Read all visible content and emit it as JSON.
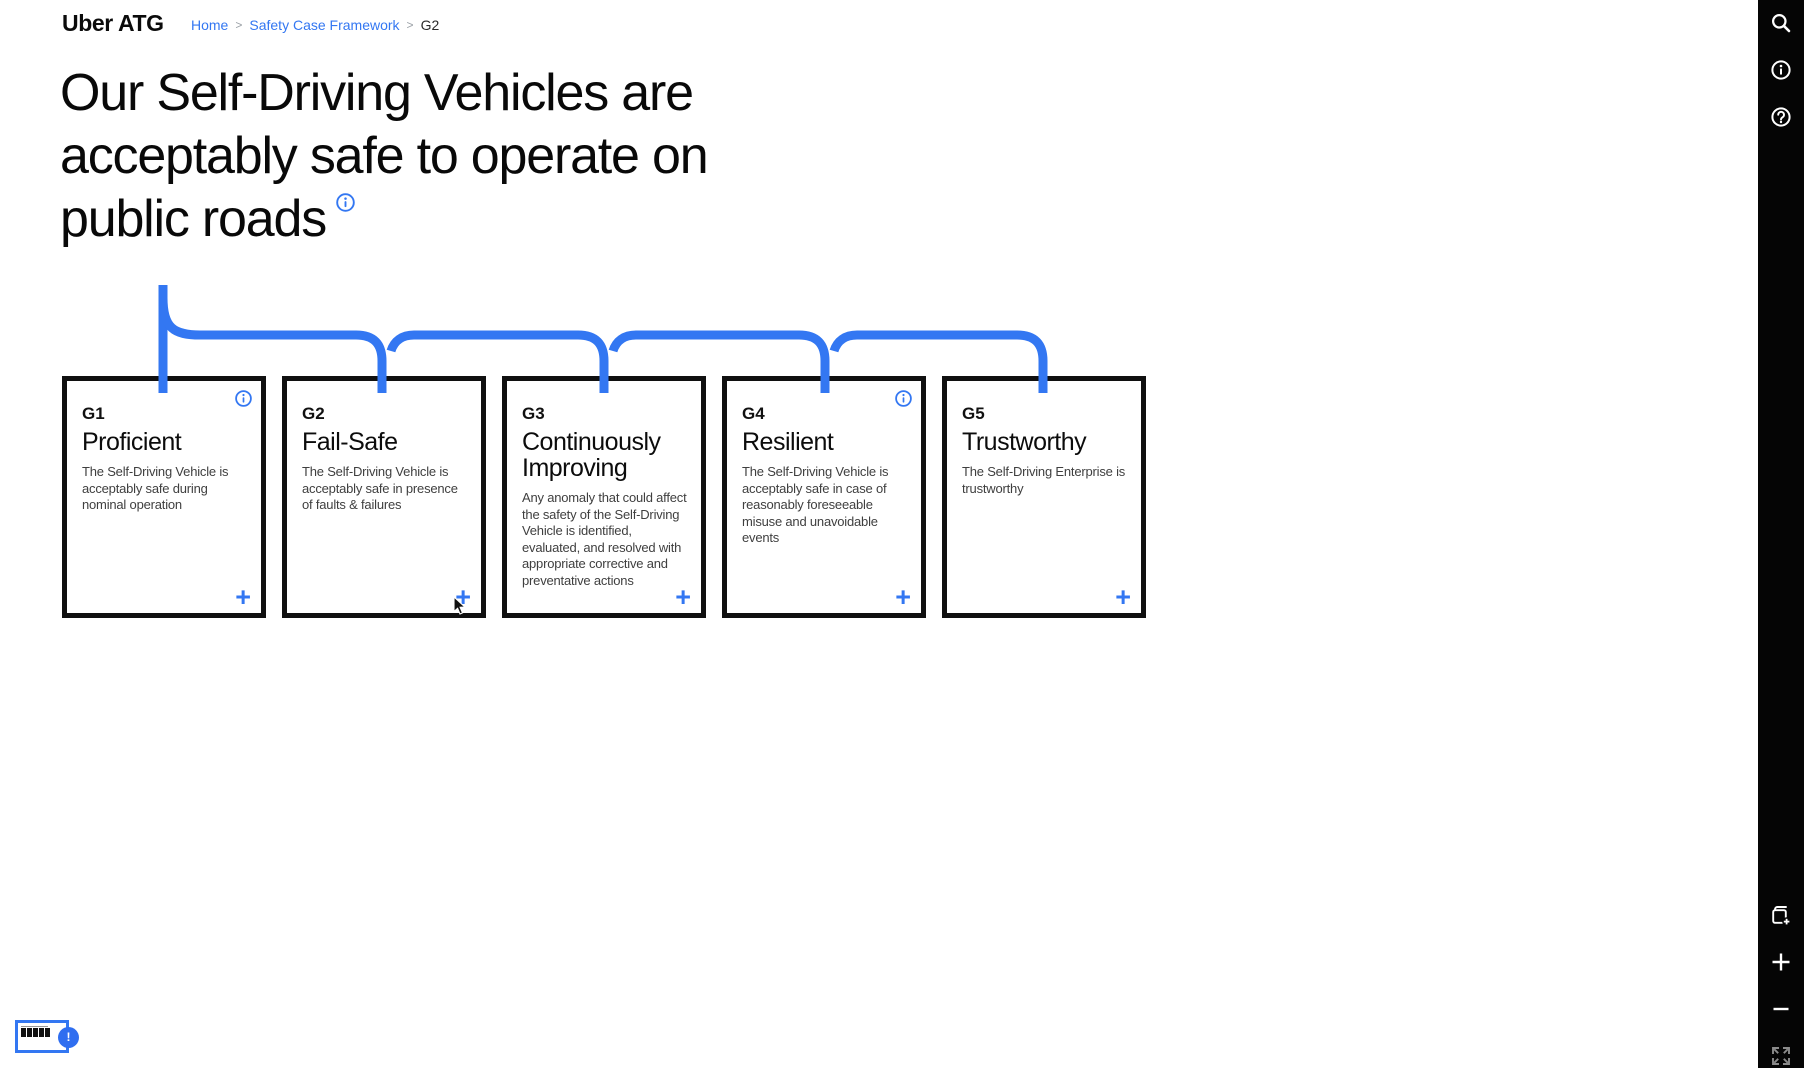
{
  "header": {
    "logo": "Uber ATG",
    "breadcrumb": {
      "separator": ">",
      "items": [
        "Home",
        "Safety Case Framework",
        "G2"
      ]
    }
  },
  "title": {
    "lines": [
      "Our Self-Driving Vehicles are",
      "acceptably safe to operate on",
      "public roads"
    ]
  },
  "cards": [
    {
      "id": "G1",
      "title": "Proficient",
      "body": "The Self-Driving Vehicle is acceptably safe during nominal operation",
      "expand_label": "+"
    },
    {
      "id": "G2",
      "title": "Fail-Safe",
      "body": "The Self-Driving Vehicle is acceptably safe in presence of faults & failures",
      "expand_label": "+"
    },
    {
      "id": "G3",
      "title": "Continuously Improving",
      "body": "Any anomaly that could affect the safety of the Self-Driving Vehicle is identified, evaluated, and resolved with appropriate corrective and preventative actions",
      "expand_label": "+"
    },
    {
      "id": "G4",
      "title": "Resilient",
      "body": "The Self-Driving Vehicle is acceptably safe in case of reasonably foreseeable misuse and unavoidable events",
      "expand_label": "+"
    },
    {
      "id": "G5",
      "title": "Trustworthy",
      "body": "The Self-Driving Enterprise is trustworthy",
      "expand_label": "+"
    }
  ],
  "toolbar": {
    "top_icons": [
      "search",
      "info",
      "help"
    ],
    "bottom_icons": [
      "duplicate-add",
      "zoom-in",
      "zoom-out",
      "fit-to-screen"
    ]
  },
  "minimap": {
    "badge": "!"
  },
  "colors": {
    "accent": "#3377F2",
    "link": "#3377F2",
    "card_border": "#101010",
    "body_text": "#3f3f3f",
    "toolbar_bg": "#050505"
  }
}
